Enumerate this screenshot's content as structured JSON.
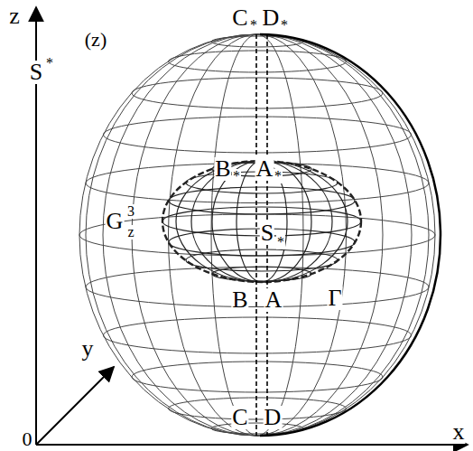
{
  "diagram": {
    "labels": [
      "z",
      "x",
      "y",
      "0",
      "(z)",
      "C",
      "*",
      "D",
      "*",
      "S",
      "*",
      "B",
      "*",
      "A",
      "*",
      "S",
      "*",
      "G",
      "3",
      "z",
      "B",
      "A",
      "Γ",
      "C",
      "D"
    ]
  }
}
